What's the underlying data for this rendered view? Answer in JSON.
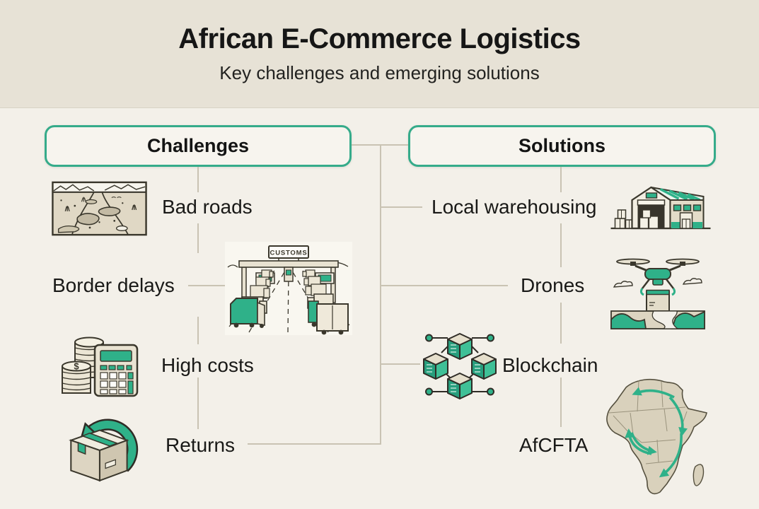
{
  "header": {
    "title": "African E-Commerce Logistics",
    "subtitle": "Key challenges and emerging solutions"
  },
  "challenges": {
    "heading": "Challenges",
    "items": [
      {
        "label": "Bad roads",
        "icon": "rough-road"
      },
      {
        "label": "Border delays",
        "icon": "customs-border-queue"
      },
      {
        "label": "High costs",
        "icon": "coins-and-calculator"
      },
      {
        "label": "Returns",
        "icon": "package-return-arrow"
      }
    ]
  },
  "solutions": {
    "heading": "Solutions",
    "items": [
      {
        "label": "Local warehousing",
        "icon": "warehouse"
      },
      {
        "label": "Drones",
        "icon": "delivery-drone"
      },
      {
        "label": "Blockchain",
        "icon": "blockchain-cubes"
      },
      {
        "label": "AfCFTA",
        "icon": "africa-trade-routes-map"
      }
    ]
  },
  "labels": {
    "customs_sign": "CUSTOMS"
  },
  "colors": {
    "accent_teal": "#2fb189",
    "header_band_bg": "#e7e2d6",
    "canvas_bg": "#f3f0e9",
    "connector_line": "#c9c3b3",
    "text": "#1a1a18",
    "illustration_outline": "#3a372c",
    "illustration_beige": "#ded6c3"
  }
}
